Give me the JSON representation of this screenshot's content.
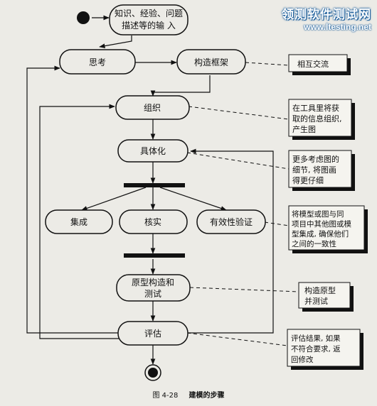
{
  "watermark": {
    "title": "领测软件测试网",
    "url": "www.ltesting.net"
  },
  "nodes": {
    "input": [
      "知识、经验、问题",
      "描述等的输 入"
    ],
    "think": "思考",
    "framework": "构造框架",
    "organize": "组织",
    "concretize": "具体化",
    "integrate": "集成",
    "verify": "核实",
    "validate": "有效性验证",
    "prototype": [
      "原型构造和",
      "测试"
    ],
    "evaluate": "评估"
  },
  "notes": {
    "n1": [
      "相互交流"
    ],
    "n2": [
      "在工具里将获",
      "取的信息组织,",
      "产生图"
    ],
    "n3": [
      "更多考虑图的",
      "细节, 将图画",
      "得更仔细"
    ],
    "n4": [
      "将模型或图与同",
      "项目中其他图或模",
      "型集成, 确保他们",
      "之间的一致性"
    ],
    "n5": [
      "构造原型",
      "并测试"
    ],
    "n6": [
      "评估结果, 如果",
      "不符合要求, 返",
      "回修改"
    ]
  },
  "caption": {
    "label": "图 4-28",
    "title": "建模的步骤"
  }
}
